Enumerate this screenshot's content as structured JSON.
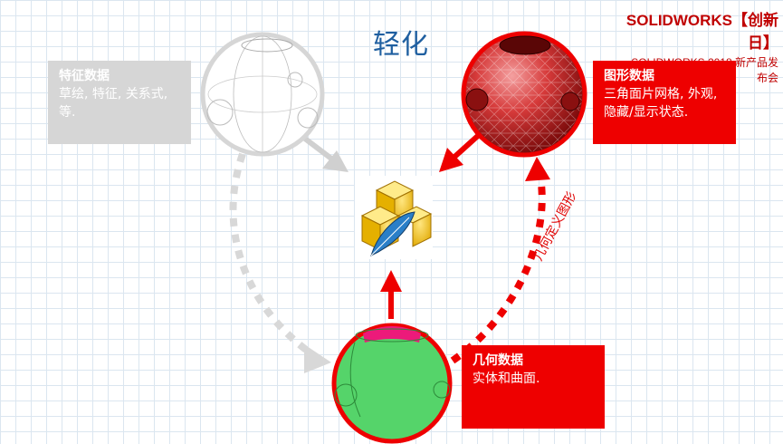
{
  "title": "轻化",
  "brand": {
    "line1": "SOLIDWORKS【创新日】",
    "line2": "SOLIDWORKS 2018  新产品发布会"
  },
  "boxes": {
    "feature": {
      "title": "特征数据",
      "body": "草绘, 特征, 关系式, 等."
    },
    "graphic": {
      "title": "图形数据",
      "body": "三角面片网格, 外观, 隐藏/显示状态."
    },
    "geometry": {
      "title": "几何数据",
      "body": "实体和曲面."
    }
  },
  "arrow_label": "几何定义图形",
  "icons": [
    "feature-wireframe-sphere",
    "graphics-mesh-sphere",
    "geometry-solid-sphere",
    "lightweight-feather-icon"
  ],
  "colors": {
    "accent_red": "#ee0000",
    "feature_gray": "#d6d6d6",
    "geometry_green": "#55d46a",
    "title_blue": "#1f5fa0"
  }
}
